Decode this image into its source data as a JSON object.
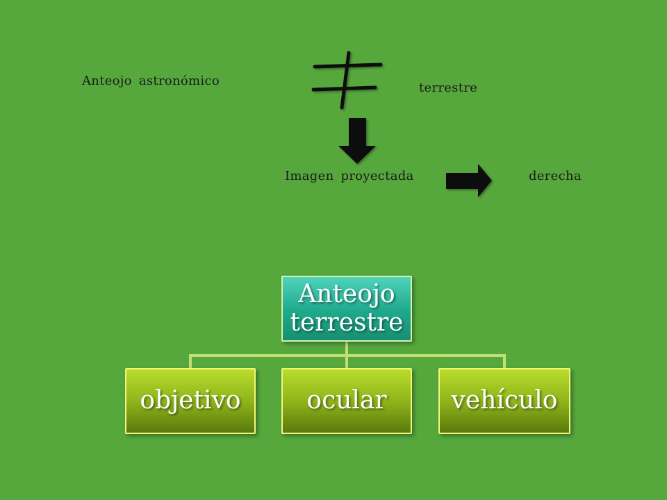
{
  "colors": {
    "background": "#56a83d",
    "root_fill": "#1ea98b",
    "child_fill": "#8fb51b",
    "box_border": "#f3f77a",
    "connector": "#d8e98a",
    "symbol": "#111111"
  },
  "labels": {
    "astronomico": "Anteojo  astronómico",
    "terrestre": "terrestre",
    "imagen": "Imagen  proyectada",
    "derecha": "derecha"
  },
  "symbols": {
    "not_equal": "not-equal-icon",
    "down_arrow": "arrow-down-icon",
    "right_arrow": "arrow-right-icon"
  },
  "hierarchy": {
    "root": "Anteojo terrestre",
    "children": [
      "objetivo",
      "ocular",
      "vehículo"
    ]
  }
}
